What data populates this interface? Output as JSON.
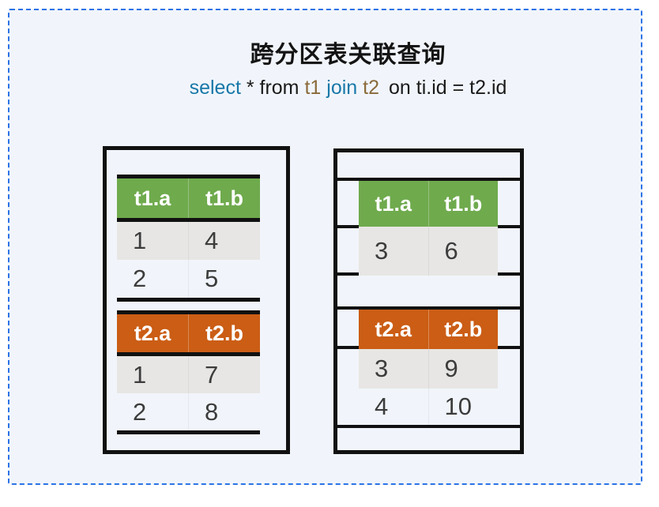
{
  "title": "跨分区表关联查询",
  "query": {
    "select": "select",
    "star_from": " * from ",
    "t1": "t1",
    "join": " join ",
    "t2": "t2",
    "on_clause": "on ti.id = t2.id"
  },
  "colors": {
    "keyword": "#1878a8",
    "table_ref": "#8a6a3a",
    "t1_header": "#6faa4d",
    "t2_header": "#cb5d15",
    "row_shade": "#e7e6e4",
    "canvas_bg": "#f1f5fb",
    "frame_dash": "#2b73e6",
    "box_border": "#111111"
  },
  "partitions": [
    {
      "tables": [
        {
          "name": "t1",
          "columns": [
            "t1.a",
            "t1.b"
          ],
          "rows": [
            [
              "1",
              "4"
            ],
            [
              "2",
              "5"
            ]
          ]
        },
        {
          "name": "t2",
          "columns": [
            "t2.a",
            "t2.b"
          ],
          "rows": [
            [
              "1",
              "7"
            ],
            [
              "2",
              "8"
            ]
          ]
        }
      ]
    },
    {
      "tables": [
        {
          "name": "t1",
          "columns": [
            "t1.a",
            "t1.b"
          ],
          "rows": [
            [
              "3",
              "6"
            ]
          ]
        },
        {
          "name": "t2",
          "columns": [
            "t2.a",
            "t2.b"
          ],
          "rows": [
            [
              "3",
              "9"
            ],
            [
              "4",
              "10"
            ]
          ]
        }
      ]
    }
  ]
}
